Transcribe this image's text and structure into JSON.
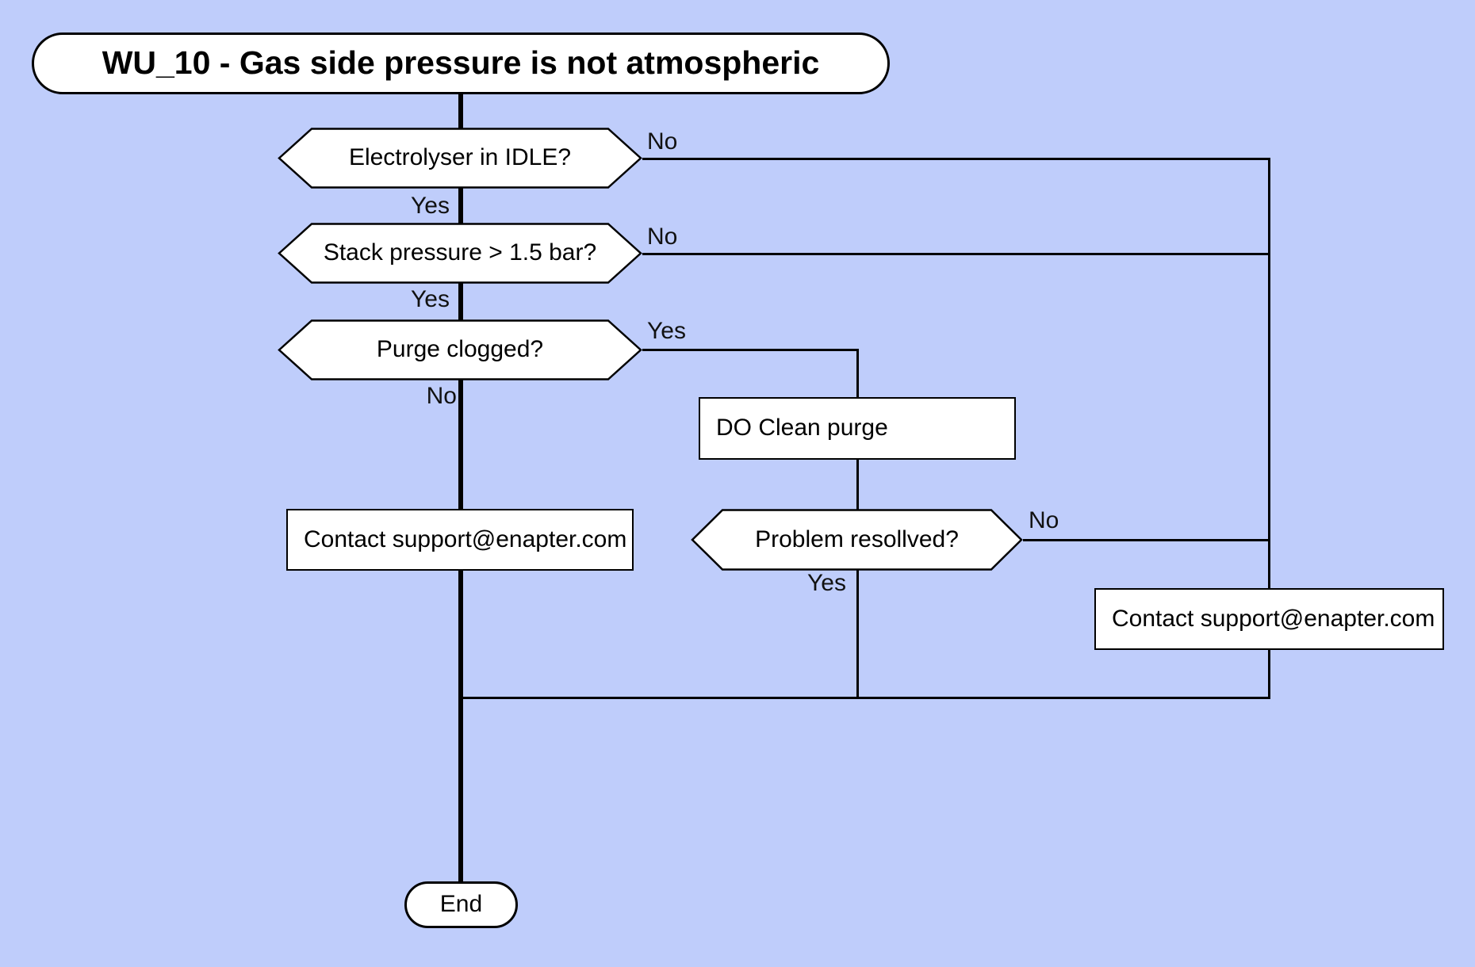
{
  "flowchart": {
    "title": "WU_10 - Gas side pressure is not atmospheric",
    "decisions": {
      "electrolyser_idle": "Electrolyser in IDLE?",
      "stack_pressure": "Stack pressure > 1.5 bar?",
      "purge_clogged": "Purge clogged?",
      "problem_resolved": "Problem resollved?"
    },
    "processes": {
      "do_clean_purge": "DO Clean purge",
      "contact_support_left": "Contact support@enapter.com",
      "contact_support_right": "Contact support@enapter.com"
    },
    "terminator_end": "End",
    "edge_labels": {
      "electrolyser_idle_no": "No",
      "electrolyser_idle_yes": "Yes",
      "stack_pressure_no": "No",
      "stack_pressure_yes": "Yes",
      "purge_clogged_yes": "Yes",
      "purge_clogged_no": "No",
      "problem_resolved_no": "No",
      "problem_resolved_yes": "Yes"
    },
    "colors": {
      "background": "#bfcdfb",
      "node_fill": "#ffffff",
      "stroke": "#000000"
    }
  }
}
